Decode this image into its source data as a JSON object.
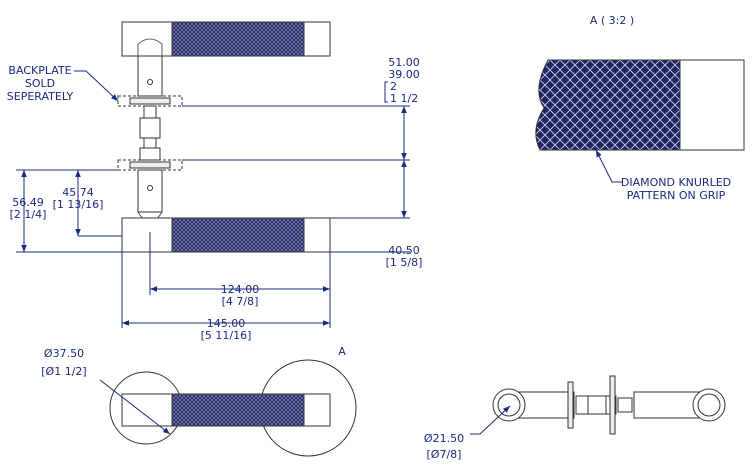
{
  "detail": {
    "title": "A ( 3:2 )"
  },
  "section_marker": "A",
  "labels": {
    "backplate": [
      "BACKPLATE",
      "SOLD",
      "SEPERATELY"
    ],
    "knurl": [
      "DIAMOND KNURLED",
      "PATTERN ON GRIP"
    ]
  },
  "dimensions": {
    "gap_mm": "51.00",
    "gap_mm2": "39.00",
    "gap_in": "2",
    "gap_in2": "1 1/2",
    "height_mm": "56.49",
    "height_in": "[2 1/4]",
    "offset_mm": "45.74",
    "offset_in": "[1 13/16]",
    "rose_mm": "40.50",
    "rose_in": "[1 5/8]",
    "grip_mm": "124.00",
    "grip_in": "[4 7/8]",
    "overall_mm": "145.00",
    "overall_in": "[5 11/16]",
    "rose_dia_mm": "Ø37.50",
    "rose_dia_in": "[Ø1 1/2]",
    "lever_dia_mm": "Ø21.50",
    "lever_dia_in": "[Ø7/8]"
  },
  "colors": {
    "dimension": "#1a2a80",
    "knurl": "#252b63",
    "outline": "#333333"
  }
}
